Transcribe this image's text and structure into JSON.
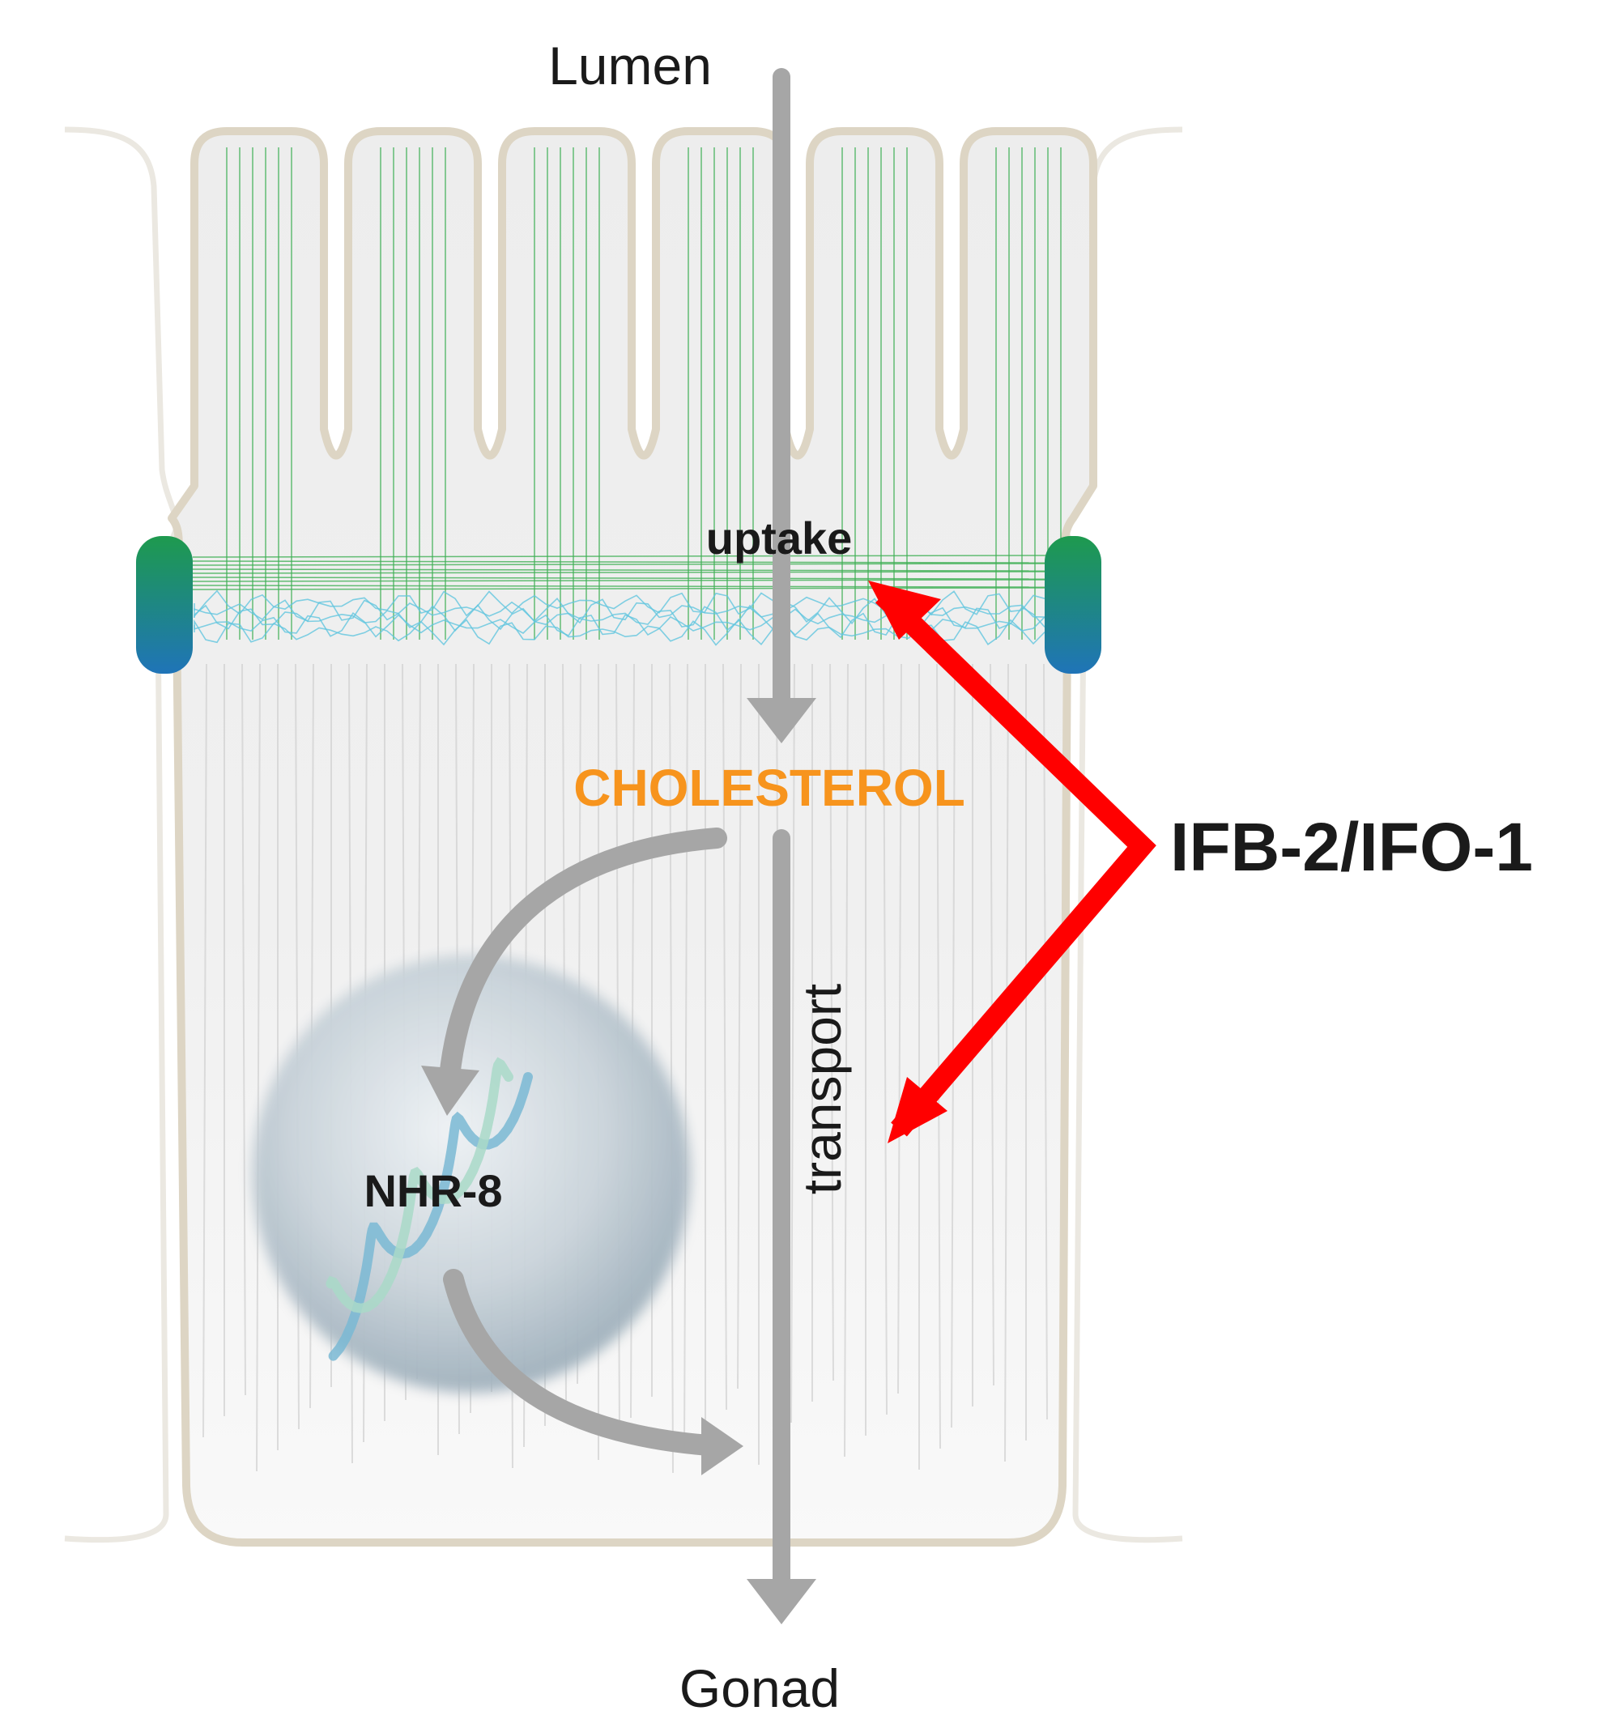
{
  "diagram": {
    "labels": {
      "top": "Lumen",
      "bottom": "Gonad",
      "uptake": "uptake",
      "cholesterol": "CHOLESTEROL",
      "transport": "transport",
      "nuclear_receptor": "NHR-8",
      "regulator": "IFB-2/IFO-1"
    },
    "colors": {
      "cholesterol_text": "#f7941d",
      "regulator_arrow": "#ff0000",
      "pathway_arrow": "#a6a6a6",
      "membrane": "#ddd5c4",
      "microvilli_filaments": "#3fb055",
      "terminal_web": "#62c6df",
      "junction_top": "#1e9a4e",
      "junction_bottom": "#1f74b8",
      "cytoplasm": "#f0f0f0",
      "nucleus": "#b8c6d0",
      "dna_helix": "#7ab8d4"
    },
    "icons": {
      "junction": "cell-junction-capsule",
      "nucleus": "nucleus-sphere",
      "dna": "dna-double-helix"
    }
  }
}
